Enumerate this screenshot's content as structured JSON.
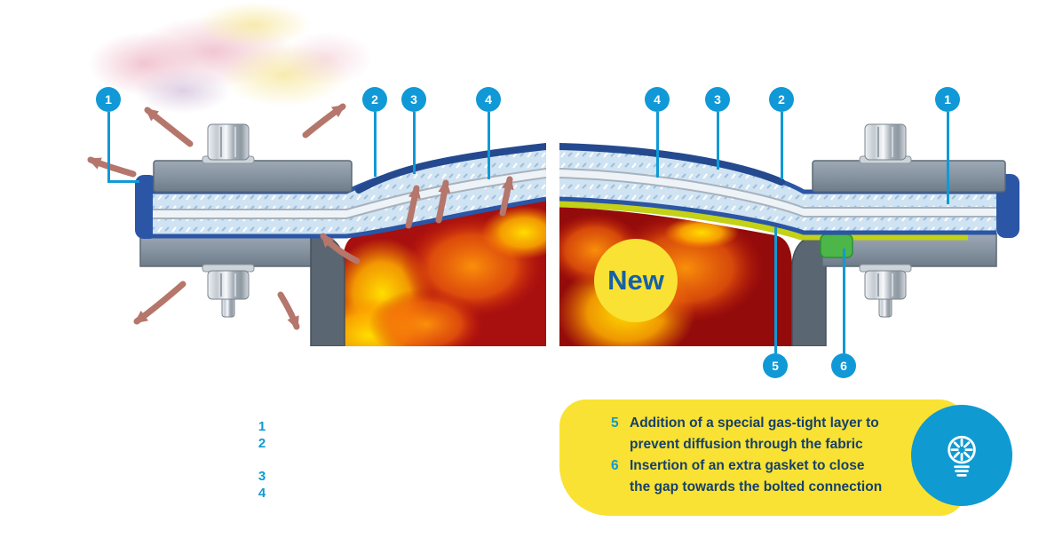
{
  "colors": {
    "accent_blue": "#1099d6",
    "fabric_deep_blue": "#2b55a5",
    "navy_text": "#17406b",
    "highlight_yellow": "#f9e233",
    "gas_tight_layer_green": "#c3d117",
    "extra_gasket_green": "#4cb648",
    "fire_red": "#a80f0f",
    "new_badge_text_blue": "#1560a8",
    "smoke_arrow_brown": "#b5766c"
  },
  "left_diagram": {
    "callouts": [
      "1",
      "2",
      "3",
      "4"
    ]
  },
  "right_diagram": {
    "new_badge": "New",
    "callouts_top": [
      "4",
      "3",
      "2",
      "1"
    ],
    "callouts_bottom": [
      "5",
      "6"
    ]
  },
  "legend": {
    "numbers": [
      "1",
      "2",
      "3",
      "4"
    ]
  },
  "info_box": {
    "items": [
      {
        "number": "5",
        "line1": "Addition of a special gas-tight layer to",
        "line2": "prevent diffusion through the fabric"
      },
      {
        "number": "6",
        "line1": "Insertion of an extra gasket to close",
        "line2": "the gap towards the bolted connection"
      }
    ]
  },
  "icons": {
    "lightbulb": "lightbulb-icon"
  }
}
